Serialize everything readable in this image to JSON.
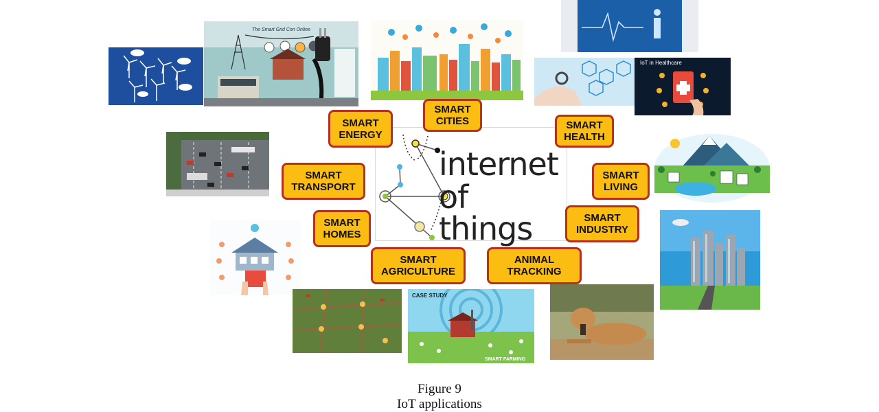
{
  "center": {
    "line1": "internet",
    "line2": "of things"
  },
  "labels": {
    "smart_energy": "SMART\nENERGY",
    "smart_cities": "SMART\nCITIES",
    "smart_health": "SMART\nHEALTH",
    "smart_transport": "SMART\nTRANSPORT",
    "smart_living": "SMART\nLIVING",
    "smart_homes": "SMART\nHOMES",
    "smart_industry": "SMART\nINDUSTRY",
    "smart_agriculture": "SMART\nAGRICULTURE",
    "animal_tracking": "ANIMAL\nTRACKING"
  },
  "thumb_texts": {
    "grid_title": "The Smart Grid Con Online",
    "healthcare_title": "IoT in Healthcare",
    "case_study": "CASE STUDY",
    "smart_farming": "SMART FARMING"
  },
  "caption": {
    "figure": "Figure 9",
    "title": "IoT applications"
  },
  "colors": {
    "label_fill": "#fbbd12",
    "label_border": "#b5311e"
  }
}
